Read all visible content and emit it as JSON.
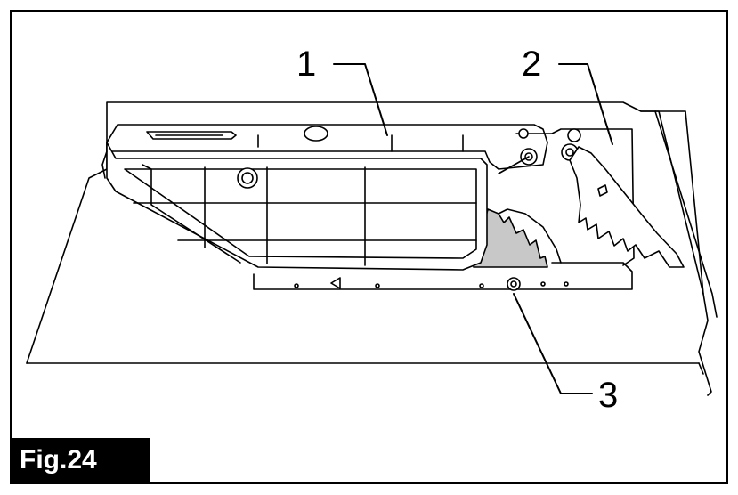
{
  "figure": {
    "label": "Fig.24"
  },
  "callouts": [
    {
      "number": "1"
    },
    {
      "number": "2"
    },
    {
      "number": "3"
    }
  ]
}
